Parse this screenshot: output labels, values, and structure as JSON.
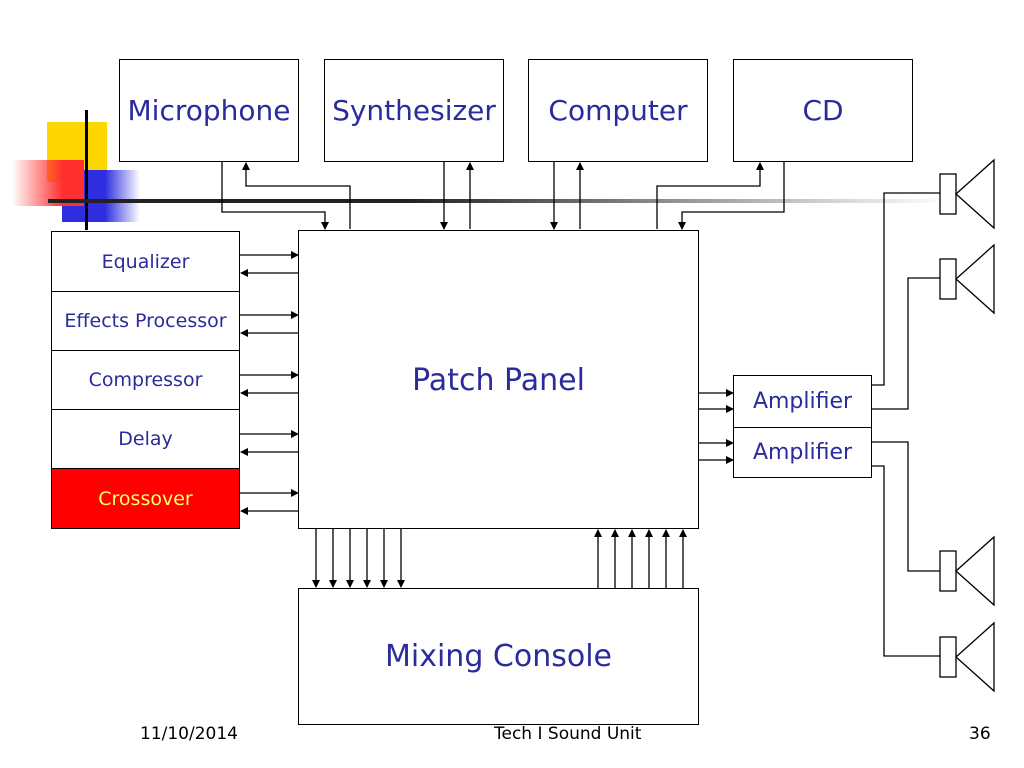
{
  "sources": {
    "microphone": "Microphone",
    "synthesizer": "Synthesizer",
    "computer": "Computer",
    "cd": "CD"
  },
  "processors": {
    "equalizer": "Equalizer",
    "effects": "Effects Processor",
    "compressor": "Compressor",
    "delay": "Delay",
    "crossover": "Crossover"
  },
  "patch_panel": "Patch Panel",
  "mixing_console": "Mixing Console",
  "amplifiers": [
    "Amplifier",
    "Amplifier"
  ],
  "footer": {
    "date": "11/10/2014",
    "title": "Tech I Sound Unit",
    "page": "36"
  },
  "colors": {
    "text_blue": "#2b2b9b",
    "crossover_fill": "#ff0000",
    "crossover_text": "#ffff66",
    "deco_yellow": "#ffd700",
    "deco_red": "#ff3030",
    "deco_blue": "#2e2ee0"
  },
  "icons": [
    "speaker-icon",
    "speaker-icon",
    "speaker-icon",
    "speaker-icon"
  ]
}
